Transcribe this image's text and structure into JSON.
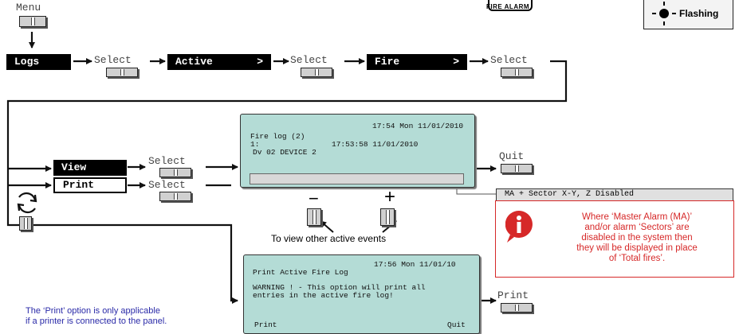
{
  "top": {
    "menu_label": "Menu",
    "logo_text": "FIRE ALARM",
    "flashing_legend": "Flashing"
  },
  "menu_path": [
    {
      "label": "Logs"
    },
    {
      "label": "Active",
      "suffix": ">"
    },
    {
      "label": "Fire",
      "suffix": ">"
    }
  ],
  "select_label": "Select",
  "submenu": {
    "view_label": "View",
    "print_label": "Print"
  },
  "fire_log_screen": {
    "time_line": "17:54 Mon 11/01/2010",
    "title_line": "Fire log (2)",
    "entry_index": "1:",
    "entry_time": "17:53:58 11/01/2010",
    "entry_device": "Dv 02 DEVICE 2"
  },
  "quit_label": "Quit",
  "status_bar_note": "MA + Sector X-Y, Z Disabled",
  "navigation": {
    "minus": "−",
    "plus": "+",
    "caption": "To view other active events"
  },
  "info_box": {
    "lines": [
      "Where ‘Master Alarm (MA)’",
      "and/or alarm ‘Sectors’ are",
      "disabled in the system then",
      "they will be displayed in place",
      "of ‘Total fires’."
    ]
  },
  "print_screen": {
    "time_line": "17:56 Mon 11/01/10",
    "title_line": "Print Active Fire Log",
    "warning_line1": "WARNING ! - This option will print all",
    "warning_line2": "entries in the active fire log!",
    "left_softkey": "Print",
    "right_softkey": "Quit"
  },
  "print_label": "Print",
  "print_note": {
    "line1": "The ‘Print’ option is only applicable",
    "line2": "if a printer is connected to the panel."
  },
  "colors": {
    "lcd_bg": "#b4dcd6",
    "info_red": "#d62828",
    "note_blue": "#2a2aa8"
  }
}
